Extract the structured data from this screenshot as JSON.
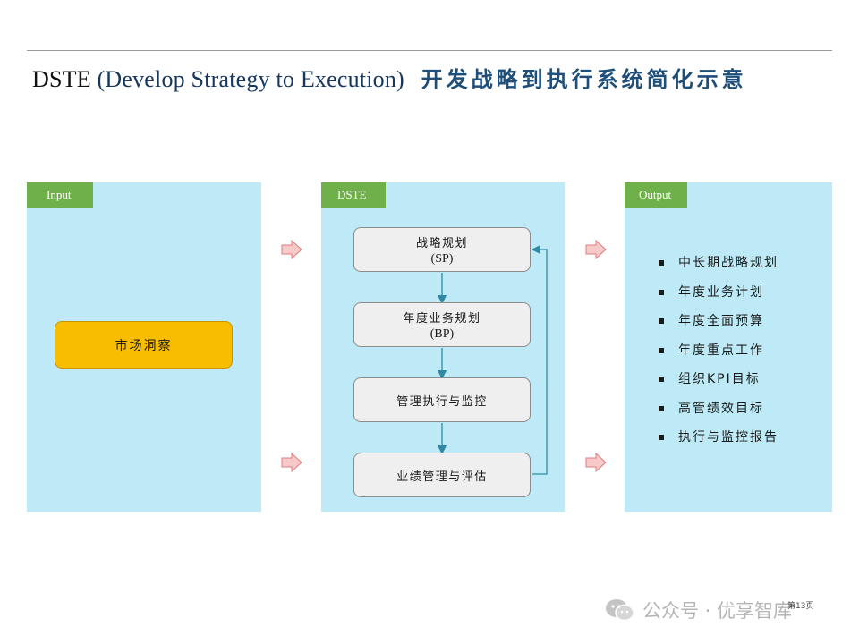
{
  "title": {
    "main": "DSTE",
    "paren": "(Develop Strategy to Execution)",
    "cn": "开发战略到执行系统简化示意"
  },
  "input_panel": {
    "tab": "Input",
    "box": "市场洞察"
  },
  "dste_panel": {
    "tab": "DSTE",
    "steps": [
      {
        "label": "战略规划",
        "abbr": "(SP)"
      },
      {
        "label": "年度业务规划",
        "abbr": "(BP)"
      },
      {
        "label": "管理执行与监控",
        "abbr": ""
      },
      {
        "label": "业绩管理与评估",
        "abbr": ""
      }
    ]
  },
  "output_panel": {
    "tab": "Output",
    "items": [
      "中长期战略规划",
      "年度业务计划",
      "年度全面预算",
      "年度重点工作",
      "组织KPI目标",
      "高管绩效目标",
      "执行与监控报告"
    ]
  },
  "footer": {
    "page_number": "第13页",
    "watermark": "公众号 · 优享智库"
  },
  "colors": {
    "panel_bg": "#bdeaf6",
    "tab_green": "#6fb04a",
    "market_box": "#f9bd00",
    "arrow_fill": "#f8c9c9",
    "arrow_stroke": "#e07c7c",
    "flow_line": "#2e8aa3"
  },
  "icons": {
    "flow_arrow": "block-arrow-right-icon",
    "watermark": "wechat-icon"
  }
}
